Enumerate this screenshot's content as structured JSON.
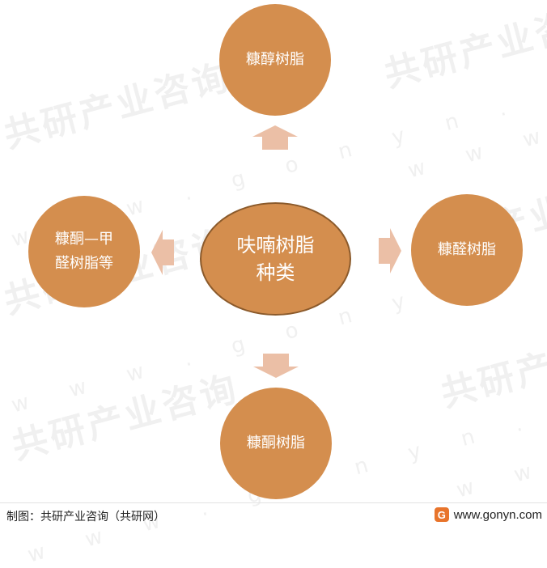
{
  "watermark": {
    "brand": "共研产业咨询",
    "url": "w w w . g o n y n . c o m"
  },
  "diagram": {
    "center": {
      "line1": "呋喃树脂",
      "line2": "种类"
    },
    "top": "糠醇树脂",
    "right": "糠醛树脂",
    "bottom": "糠酮树脂",
    "left": {
      "line1": "糠酮—甲",
      "line2": "醛树脂等"
    }
  },
  "colors": {
    "node": "#D48E4E",
    "center_border": "#8B5A2B",
    "arrow": "#EBBFA6"
  },
  "footer": {
    "source": "制图：共研产业咨询（共研网）",
    "url": "www.gonyn.com",
    "logo_letter": "G"
  }
}
